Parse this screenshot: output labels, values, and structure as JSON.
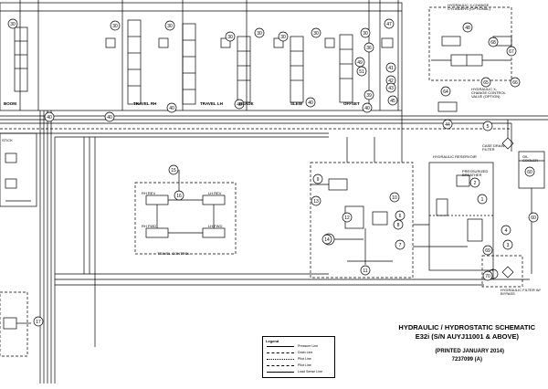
{
  "title_block": {
    "line1": "HYDRAULIC / HYDROSTATIC SCHEMATIC",
    "line2": "E32i (S/N AUYJ11001 & ABOVE)",
    "printed": "(PRINTED JANUARY 2014)",
    "part_number": "7237099 (A)"
  },
  "legend": {
    "title": "Legend",
    "items": [
      "Pressure Line",
      "Drain Line",
      "Pilot Line",
      "Pilot Line",
      "Load Sense Line"
    ]
  },
  "section_labels": {
    "boom": "BOOM",
    "travel_rh": "TRAVEL RH",
    "travel_lh": "TRAVEL LH",
    "blade": "BLADE",
    "slew": "SLEW",
    "offset": "OFFSET",
    "travel_control": "TRAVEL CONTROL",
    "hydraulic_reservoir": "HYDRAULIC RESERVOIR",
    "pressurized_breather": "PRESSURIZED BREATHER",
    "case_drain_filter": "CASE DRAIN FILTER",
    "oil_cooler": "OIL COOLER",
    "hydraulic_filter": "HYDRAULIC FILTER W/ BYPASS",
    "xchange_cylinders": "HYDRAULIC X-CHANGE CYLINDERS (OPTIONAL)",
    "xchange_valve": "HYDRAULIC X-CHANGE CONTROL VALVE (OPTION)",
    "stick": "STICK",
    "rh_rev": "RH REV",
    "lh_rev": "LH REV",
    "rh_fwd": "RH FWD",
    "lh_fwd": "LH FWD"
  },
  "callouts": [
    {
      "id": "c30a",
      "n": "30"
    },
    {
      "id": "c30b",
      "n": "30"
    },
    {
      "id": "c30c",
      "n": "30"
    },
    {
      "id": "c30d",
      "n": "30"
    },
    {
      "id": "c30e",
      "n": "30"
    },
    {
      "id": "c30f",
      "n": "30"
    },
    {
      "id": "c30g",
      "n": "30"
    },
    {
      "id": "c30h",
      "n": "30"
    },
    {
      "id": "c36",
      "n": "36"
    },
    {
      "id": "c47",
      "n": "47"
    },
    {
      "id": "c48",
      "n": "48"
    },
    {
      "id": "c40a",
      "n": "40"
    },
    {
      "id": "c40b",
      "n": "40"
    },
    {
      "id": "c40c",
      "n": "40"
    },
    {
      "id": "c40d",
      "n": "40"
    },
    {
      "id": "c40e",
      "n": "40"
    },
    {
      "id": "c40f",
      "n": "40"
    },
    {
      "id": "c49",
      "n": "49"
    },
    {
      "id": "c51",
      "n": "51"
    },
    {
      "id": "c41",
      "n": "41"
    },
    {
      "id": "c42",
      "n": "42"
    },
    {
      "id": "c43",
      "n": "43"
    },
    {
      "id": "c39",
      "n": "39"
    },
    {
      "id": "c44",
      "n": "44"
    },
    {
      "id": "c45",
      "n": "45"
    },
    {
      "id": "c68",
      "n": "68"
    },
    {
      "id": "c67",
      "n": "67"
    },
    {
      "id": "c64",
      "n": "64"
    },
    {
      "id": "c65",
      "n": "65"
    },
    {
      "id": "c66",
      "n": "66"
    },
    {
      "id": "c5",
      "n": "5"
    },
    {
      "id": "c15",
      "n": "15"
    },
    {
      "id": "c16",
      "n": "16"
    },
    {
      "id": "c9",
      "n": "9"
    },
    {
      "id": "c13",
      "n": "13"
    },
    {
      "id": "c12",
      "n": "12"
    },
    {
      "id": "c10",
      "n": "10"
    },
    {
      "id": "c14",
      "n": "14"
    },
    {
      "id": "c8",
      "n": "8"
    },
    {
      "id": "c6",
      "n": "6"
    },
    {
      "id": "c7",
      "n": "7"
    },
    {
      "id": "c11",
      "n": "11"
    },
    {
      "id": "c2",
      "n": "2"
    },
    {
      "id": "c1",
      "n": "1"
    },
    {
      "id": "c3",
      "n": "3"
    },
    {
      "id": "c4",
      "n": "4"
    },
    {
      "id": "c69",
      "n": "69"
    },
    {
      "id": "c70",
      "n": "70"
    },
    {
      "id": "c60",
      "n": "60"
    },
    {
      "id": "c17",
      "n": "17"
    },
    {
      "id": "c60b",
      "n": "60"
    }
  ]
}
